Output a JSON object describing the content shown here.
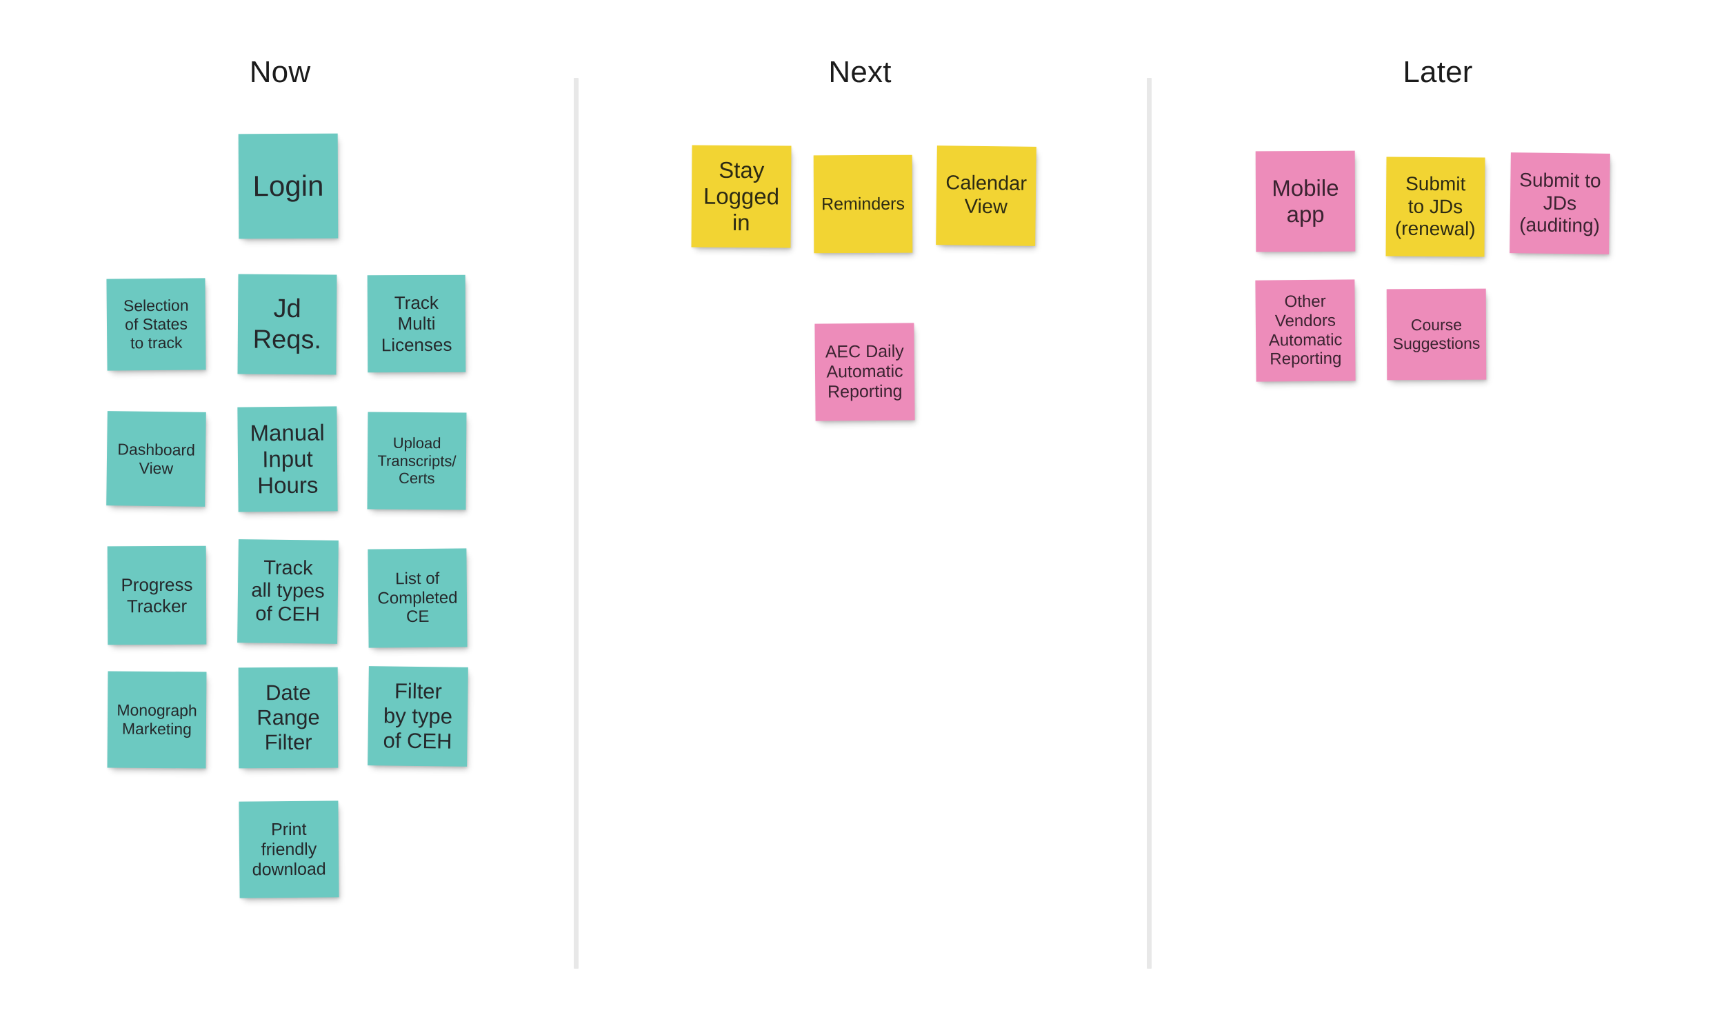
{
  "board": {
    "background_color": "#ffffff",
    "note_colors": {
      "teal": "#6cc9c1",
      "yellow": "#f2d433",
      "pink": "#ed8cba"
    },
    "divider_color": "#e8e8e8"
  },
  "columns": [
    {
      "id": "now",
      "title": "Now",
      "notes": [
        {
          "text": "Login",
          "color": "teal"
        },
        {
          "text": "Selection\nof States\nto track",
          "color": "teal"
        },
        {
          "text": "Jd\nReqs.",
          "color": "teal"
        },
        {
          "text": "Track\nMulti\nLicenses",
          "color": "teal"
        },
        {
          "text": "Dashboard\nView",
          "color": "teal"
        },
        {
          "text": "Manual\nInput\nHours",
          "color": "teal"
        },
        {
          "text": "Upload\nTranscripts/\nCerts",
          "color": "teal"
        },
        {
          "text": "Progress\nTracker",
          "color": "teal"
        },
        {
          "text": "Track\nall types\nof CEH",
          "color": "teal"
        },
        {
          "text": "List of\nCompleted\nCE",
          "color": "teal"
        },
        {
          "text": "Monograph\nMarketing",
          "color": "teal"
        },
        {
          "text": "Date\nRange\nFilter",
          "color": "teal"
        },
        {
          "text": "Filter\nby type\nof CEH",
          "color": "teal"
        },
        {
          "text": "Print\nfriendly\ndownload",
          "color": "teal"
        }
      ]
    },
    {
      "id": "next",
      "title": "Next",
      "notes": [
        {
          "text": "Stay\nLogged\nin",
          "color": "yellow"
        },
        {
          "text": "Reminders",
          "color": "yellow"
        },
        {
          "text": "Calendar\nView",
          "color": "yellow"
        },
        {
          "text": "AEC Daily\nAutomatic\nReporting",
          "color": "pink"
        }
      ]
    },
    {
      "id": "later",
      "title": "Later",
      "notes": [
        {
          "text": "Mobile\napp",
          "color": "pink"
        },
        {
          "text": "Submit\nto JDs\n(renewal)",
          "color": "yellow"
        },
        {
          "text": "Submit to\nJDs\n(auditing)",
          "color": "pink"
        },
        {
          "text": "Other\nVendors\nAutomatic\nReporting",
          "color": "pink"
        },
        {
          "text": "Course\nSuggestions",
          "color": "pink"
        }
      ]
    }
  ]
}
